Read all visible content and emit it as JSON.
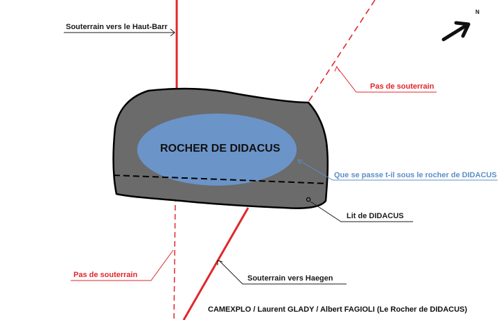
{
  "diagram": {
    "rock_title": "ROCHER DE DIDACUS",
    "labels": {
      "souterrain_haut_barr": "Souterrain vers le Haut-Barr",
      "pas_souterrain_top": "Pas de souterrain",
      "question": "Que se passe t-il sous le rocher de DIDACUS ?",
      "lit": "Lit de DIDACUS",
      "pas_souterrain_bottom": "Pas de souterrain",
      "souterrain_haegen": "Souterrain vers Haegen"
    },
    "credit": "CAMEXPLO / Laurent GLADY / Albert  FAGIOLI (Le Rocher de DIDACUS)",
    "north_symbol": "N",
    "colors": {
      "rock": "#6b6b6b",
      "ellipse": "#6b94c9",
      "tunnel_red": "#e0262b",
      "question_blue": "#5b8fc6",
      "outline": "#000000"
    },
    "icons": [
      "north-arrow-icon"
    ]
  }
}
